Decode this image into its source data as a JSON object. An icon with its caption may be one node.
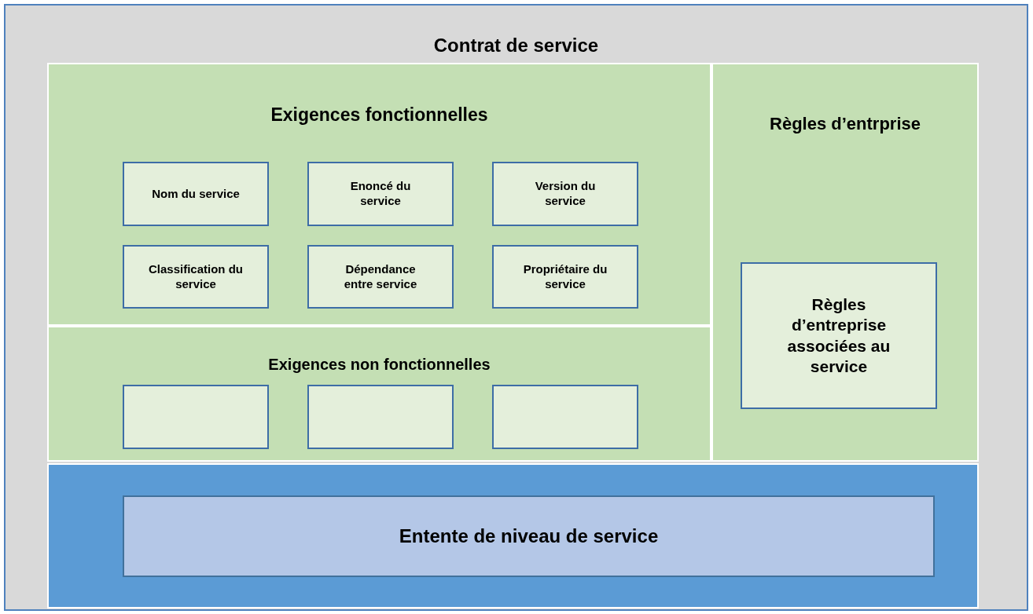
{
  "diagram": {
    "nodes": [
      {
        "text": [
          "Contrat de service"
        ]
      },
      {
        "text": [
          "Exigences fonctionnelles"
        ],
        "in": 0
      },
      {
        "text": [
          "Nom du service"
        ],
        "in": 1
      },
      {
        "text": [
          "Enoncé du service"
        ],
        "in": 1
      },
      {
        "text": [
          "Version du service"
        ],
        "in": 1
      },
      {
        "text": [
          "Classification du service"
        ],
        "in": 1
      },
      {
        "text": [
          "Dépendance entre service"
        ],
        "in": 1
      },
      {
        "text": [
          "Propriétaire du service"
        ],
        "in": 1
      },
      {
        "text": [
          "Exigences non fonctionnelles"
        ],
        "in": 0
      },
      {
        "text": [],
        "shape": "box",
        "in": 8
      },
      {
        "text": [],
        "shape": "box",
        "in": 8
      },
      {
        "text": [],
        "shape": "box",
        "in": 8
      },
      {
        "text": [
          "Règles d’entrprise"
        ],
        "in": 0
      },
      {
        "text": [
          "Règles d’entreprise associées au service"
        ],
        "in": 12
      },
      {
        "text": [],
        "shape": "band",
        "in": 0
      },
      {
        "text": [
          "Entente de niveau de service"
        ],
        "in": 14
      }
    ],
    "edges": []
  }
}
